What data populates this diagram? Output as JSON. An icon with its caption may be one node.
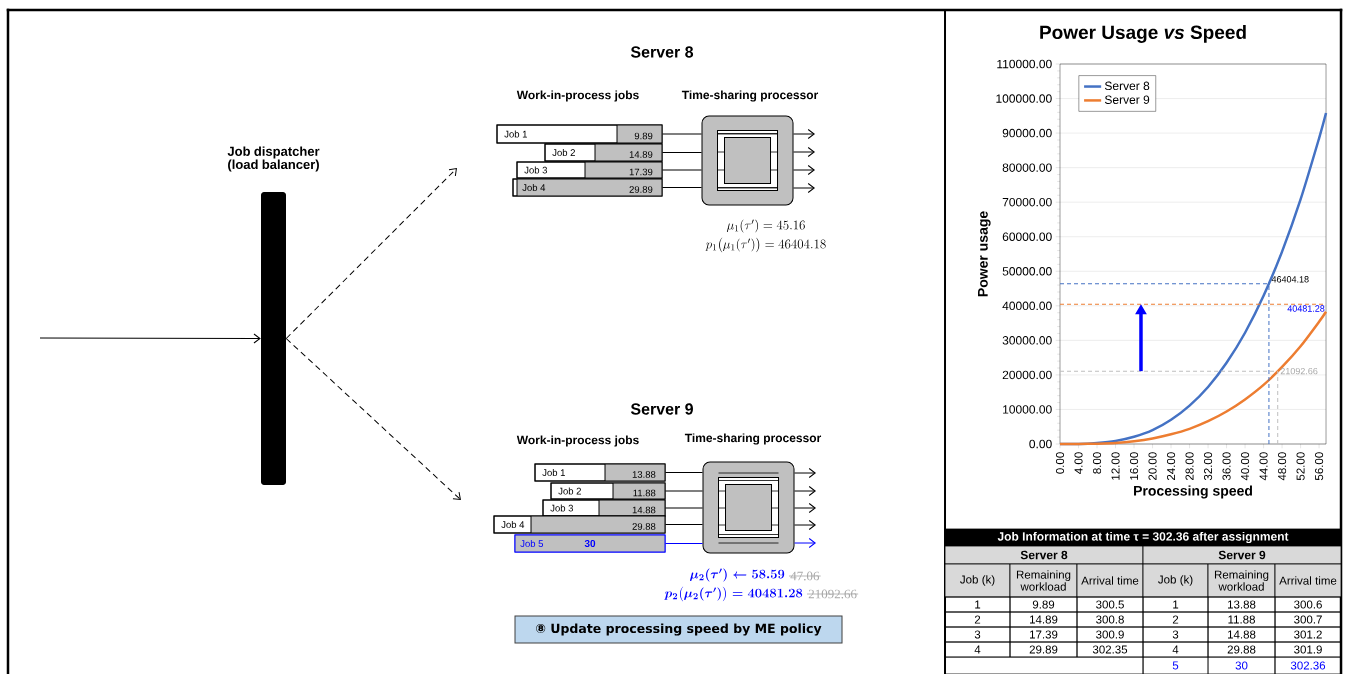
{
  "diagram": {
    "nodes": [
      {
        "text": [
          "Job dispatcher (load balancer)"
        ]
      },
      {
        "text": [
          "Job 1",
          "9.89"
        ]
      },
      {
        "text": [
          "Job 2",
          "14.89"
        ]
      },
      {
        "text": [
          "Job 3",
          "17.39"
        ]
      },
      {
        "text": [
          "Job 4",
          "29.89"
        ]
      },
      {
        "text": [],
        "shape": "box"
      },
      {
        "text": [
          "Job 1",
          "13.88"
        ]
      },
      {
        "text": [
          "Job 2",
          "11.88"
        ]
      },
      {
        "text": [
          "Job 3",
          "14.88"
        ]
      },
      {
        "text": [
          "Job 4",
          "29.88"
        ]
      },
      {
        "text": [
          "Job 5",
          "30"
        ]
      },
      {
        "text": [],
        "shape": "box"
      },
      {
        "text": [
          "⑧ Update processing speed by ME policy"
        ]
      }
    ],
    "edges": [
      {
        "from": null,
        "to": 0,
        "arrow": "to"
      },
      {
        "from": 0,
        "to": null,
        "arrow": "to",
        "style": "dashed"
      },
      {
        "from": 0,
        "to": null,
        "arrow": "to",
        "style": "dashed"
      },
      {
        "from": 1,
        "to": 5,
        "arrow": "none"
      },
      {
        "from": 2,
        "to": 5,
        "arrow": "none"
      },
      {
        "from": 3,
        "to": 5,
        "arrow": "none"
      },
      {
        "from": 4,
        "to": 5,
        "arrow": "none"
      },
      {
        "from": 5,
        "to": null,
        "arrow": "to"
      },
      {
        "from": 5,
        "to": null,
        "arrow": "to"
      },
      {
        "from": 5,
        "to": null,
        "arrow": "to"
      },
      {
        "from": 5,
        "to": null,
        "arrow": "to"
      },
      {
        "from": 6,
        "to": 11,
        "arrow": "none"
      },
      {
        "from": 7,
        "to": 11,
        "arrow": "none"
      },
      {
        "from": 8,
        "to": 11,
        "arrow": "none"
      },
      {
        "from": 9,
        "to": 11,
        "arrow": "none"
      },
      {
        "from": 10,
        "to": 11,
        "arrow": "none",
        "color": "#0000ff"
      },
      {
        "from": 11,
        "to": null,
        "arrow": "to"
      },
      {
        "from": 11,
        "to": null,
        "arrow": "to"
      },
      {
        "from": 11,
        "to": null,
        "arrow": "to"
      },
      {
        "from": 11,
        "to": null,
        "arrow": "to"
      },
      {
        "from": 11,
        "to": null,
        "arrow": "to",
        "color": "#0000ff"
      }
    ],
    "labels": [
      "Server 8",
      "Work-in-process jobs",
      "Time-sharing processor",
      "\\mu_1(\\tau') = 45.16",
      "p_1\\big(\\mu_1(\\tau')\\big) = 46404.18",
      "Server 9",
      "Work-in-process jobs",
      "Time-sharing processor",
      "\\mu_2(\\tau') \\leftarrow 58.59",
      "47.06",
      "p_2\\big(\\mu_2(\\tau')\\big) = 40481.28",
      "21092.66",
      "Job Information at time τ = 302.36 after assignment",
      "Server 8",
      "Server 9",
      "Job (k)",
      "Remaining workload",
      "Arrival time",
      "Job (k)",
      "Remaining workload",
      "Arrival time",
      "1",
      "9.89",
      "300.5",
      "1",
      "13.88",
      "300.6",
      "2",
      "14.89",
      "300.8",
      "2",
      "11.88",
      "300.7",
      "3",
      "17.39",
      "300.9",
      "3",
      "14.88",
      "301.2",
      "4",
      "29.89",
      "302.35",
      "4",
      "29.88",
      "301.9",
      "5",
      "30",
      "302.36"
    ],
    "chart_data": {
      "type": "line",
      "title": "Power Usage *vs* Speed",
      "xlabel": "Processing speed",
      "ylabel": "Power usage",
      "x": [
        0,
        4,
        8,
        12,
        16,
        20,
        24,
        28,
        32,
        36,
        40,
        44,
        48,
        52,
        56,
        57.5
      ],
      "series": [
        {
          "name": "Server 8",
          "color": "#4472c4",
          "values": [
            0,
            0,
            300,
            900,
            2100,
            4000,
            7000,
            11100,
            16500,
            23500,
            32200,
            42900,
            55700,
            70800,
            88500,
            95800
          ]
        },
        {
          "name": "Server 9",
          "color": "#ed7d31",
          "values": [
            0,
            0,
            100,
            300,
            800,
            1600,
            2800,
            4400,
            6600,
            9400,
            12900,
            17100,
            22300,
            28300,
            35400,
            38300
          ]
        }
      ],
      "xlim": [
        0,
        57.5
      ],
      "ylim": [
        0,
        110000
      ],
      "xticks": [
        {
          "value": 0,
          "label": "0.00"
        },
        {
          "value": 4,
          "label": "4.00"
        },
        {
          "value": 8,
          "label": "8.00"
        },
        {
          "value": 12,
          "label": "12.00"
        },
        {
          "value": 16,
          "label": "16.00"
        },
        {
          "value": 20,
          "label": "20.00"
        },
        {
          "value": 24,
          "label": "24.00"
        },
        {
          "value": 28,
          "label": "28.00"
        },
        {
          "value": 32,
          "label": "32.00"
        },
        {
          "value": 36,
          "label": "36.00"
        },
        {
          "value": 40,
          "label": "40.00"
        },
        {
          "value": 44,
          "label": "44.00"
        },
        {
          "value": 48,
          "label": "48.00"
        },
        {
          "value": 52,
          "label": "52.00"
        },
        {
          "value": 56,
          "label": "56.00"
        }
      ],
      "yticks": [
        {
          "value": 0,
          "label": "0.00"
        },
        {
          "value": 10000,
          "label": "10000.00"
        },
        {
          "value": 20000,
          "label": "20000.00"
        },
        {
          "value": 30000,
          "label": "30000.00"
        },
        {
          "value": 40000,
          "label": "40000.00"
        },
        {
          "value": 50000,
          "label": "50000.00"
        },
        {
          "value": 60000,
          "label": "60000.00"
        },
        {
          "value": 70000,
          "label": "70000.00"
        },
        {
          "value": 80000,
          "label": "80000.00"
        },
        {
          "value": 90000,
          "label": "90000.00"
        },
        {
          "value": 100000,
          "label": "100000.00"
        },
        {
          "value": 110000,
          "label": "110000.00"
        }
      ],
      "grid": "y",
      "legend": "upper left",
      "ref_lines": [
        {
          "axis": "y",
          "value": 46404.18,
          "color": "#4472c4",
          "label": "46404.18"
        },
        {
          "axis": "x",
          "value": 45.16,
          "color": "#4472c4"
        },
        {
          "axis": "y",
          "value": 40481.28,
          "color": "#ed7d31",
          "label": "40481.28"
        },
        {
          "axis": "y",
          "value": 21092.66,
          "color": "#bfbfbf",
          "label": "21092.66"
        },
        {
          "axis": "x",
          "value": 47.06,
          "color": "#bfbfbf"
        }
      ]
    }
  }
}
